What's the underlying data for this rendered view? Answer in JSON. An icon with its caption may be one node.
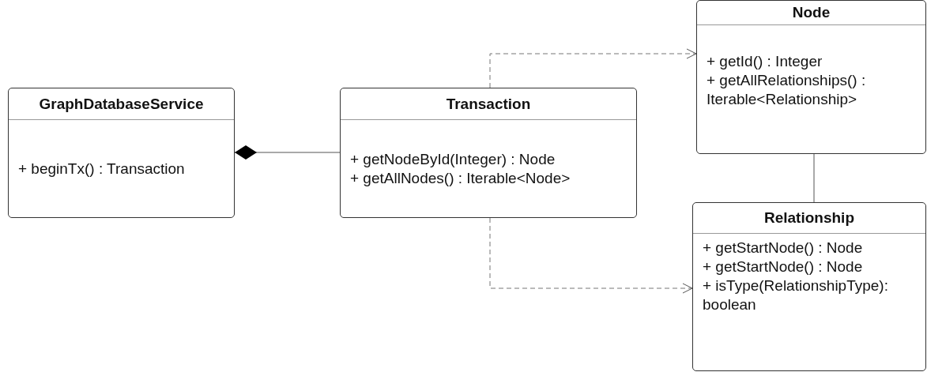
{
  "diagram": {
    "nodes": [
      {
        "text": [
          "GraphDatabaseService",
          "+ beginTx() : Transaction"
        ]
      },
      {
        "text": [
          "Transaction",
          "+ getNodeById(Integer) : Node",
          "+ getAllNodes() : Iterable<Node>"
        ]
      },
      {
        "text": [
          "Node",
          "+ getId() : Integer",
          "+ getAllRelationships() : Iterable<Relationship>"
        ]
      },
      {
        "text": [
          "Relationship",
          "+ getStartNode() : Node",
          "+ getStartNode() : Node",
          "+ isType(RelationshipType): boolean"
        ]
      }
    ],
    "edges": [
      {
        "from": 0,
        "to": 1,
        "arrow": "other"
      },
      {
        "from": 1,
        "to": 2,
        "arrow": "to",
        "style": "dashed"
      },
      {
        "from": 1,
        "to": 3,
        "arrow": "to",
        "style": "dashed"
      },
      {
        "from": 2,
        "to": 3,
        "arrow": "none"
      }
    ]
  }
}
